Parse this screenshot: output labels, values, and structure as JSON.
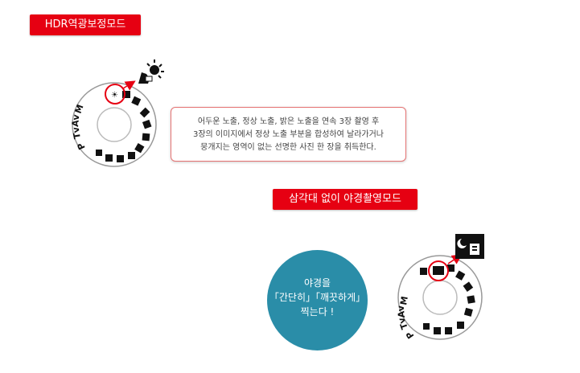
{
  "hdr_section": {
    "label": "HDR역광보정모드",
    "description_lines": [
      "어두운 노출, 정상 노출, 밝은 노출을 연속 3장 촬영 후",
      "3장의 이미지에서 정상 노출 부분을 합성하여 날라가거나",
      "뭉개지는 영역이 없는 선명한 사진 한 장을 취득한다."
    ],
    "icon": "hdr-backlight-icon"
  },
  "night_section": {
    "label": "삼각대 없이 야경촬영모드",
    "bubble_lines": [
      "야경을",
      "「간단히」「깨끗하게」",
      "찍는다 !"
    ],
    "icon": "handheld-night-icon"
  },
  "dial": {
    "letters": [
      "M",
      "Av",
      "Tv",
      "P"
    ],
    "icon": "mode-dial-icon"
  },
  "colors": {
    "accent": "#e60012",
    "bubble": "#2a8da8"
  }
}
